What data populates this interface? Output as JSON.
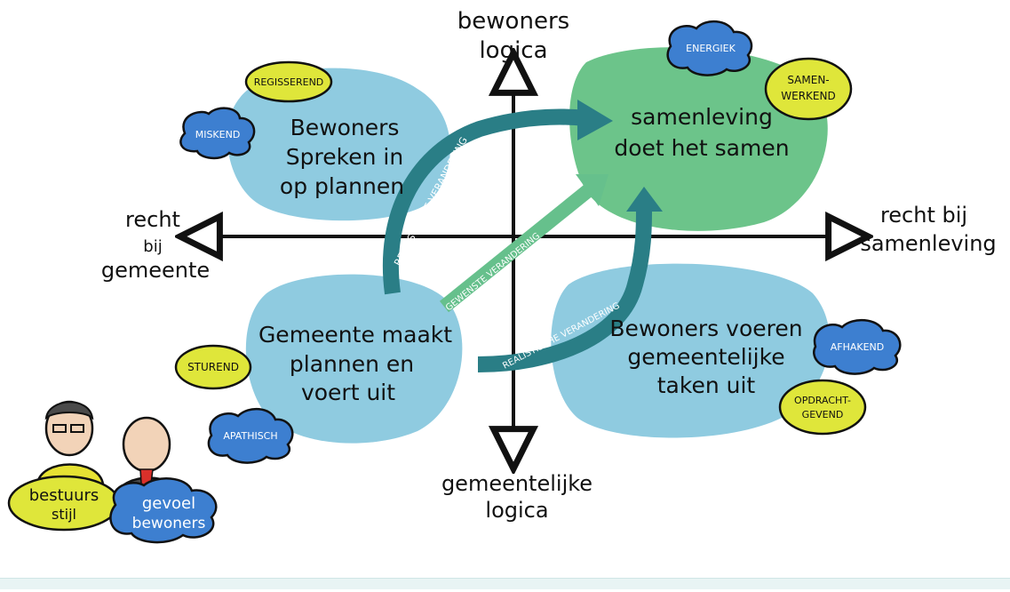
{
  "axes": {
    "top": [
      "bewoners",
      "logica"
    ],
    "bottom": [
      "gemeentelijke",
      "logica"
    ],
    "left": [
      "recht",
      "bij",
      "gemeente"
    ],
    "right": [
      "recht bij",
      "samenleving"
    ]
  },
  "quadrants": {
    "top_left": [
      "Bewoners",
      "Spreken in",
      "op plannen"
    ],
    "top_right": [
      "samenleving",
      "doet het samen"
    ],
    "bottom_left": [
      "Gemeente maakt",
      "plannen en",
      "voert uit"
    ],
    "bottom_right": [
      "Bewoners voeren",
      "gemeentelijke",
      "taken uit"
    ]
  },
  "badges": {
    "regisserend": "REGISSEREND",
    "miskend": "MISKEND",
    "energiek": "ENERGIEK",
    "samenwerkend": [
      "SAMEN-",
      "WERKEND"
    ],
    "sturend": "STUREND",
    "apathisch": "APATHISCH",
    "afhakend": "AFHAKEND",
    "opdrachtgevend": [
      "OPDRACHT-",
      "GEVEND"
    ]
  },
  "arrows": {
    "realistic_top": "REALISTISCHE VERANDERING",
    "desired": "GEWENSTE VERANDERING",
    "realistic_bottom": "REALISTISCHE VERANDERING"
  },
  "legend": {
    "style": [
      "bestuurs",
      "stijl"
    ],
    "feeling": [
      "gevoel",
      "bewoners"
    ]
  },
  "colors": {
    "light_blue": "#8fcbe0",
    "green": "#6cc48a",
    "yellow": "#dfe63a",
    "cloud_blue": "#3d7fd0",
    "teal_arrow": "#2a7e86",
    "green_arrow": "#66c08c"
  }
}
